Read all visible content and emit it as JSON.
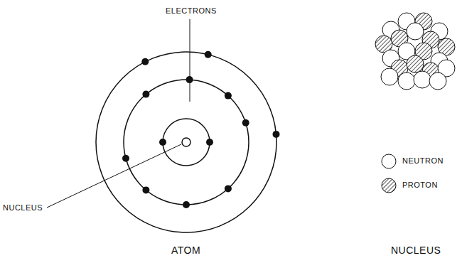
{
  "diagram": {
    "labels": [
      "ELECTRONS",
      "NUCLEUS",
      "ATOM",
      "NUCLEUS"
    ],
    "legend": [
      {
        "text": "NEUTRON"
      },
      {
        "text": "PROTON"
      }
    ]
  }
}
